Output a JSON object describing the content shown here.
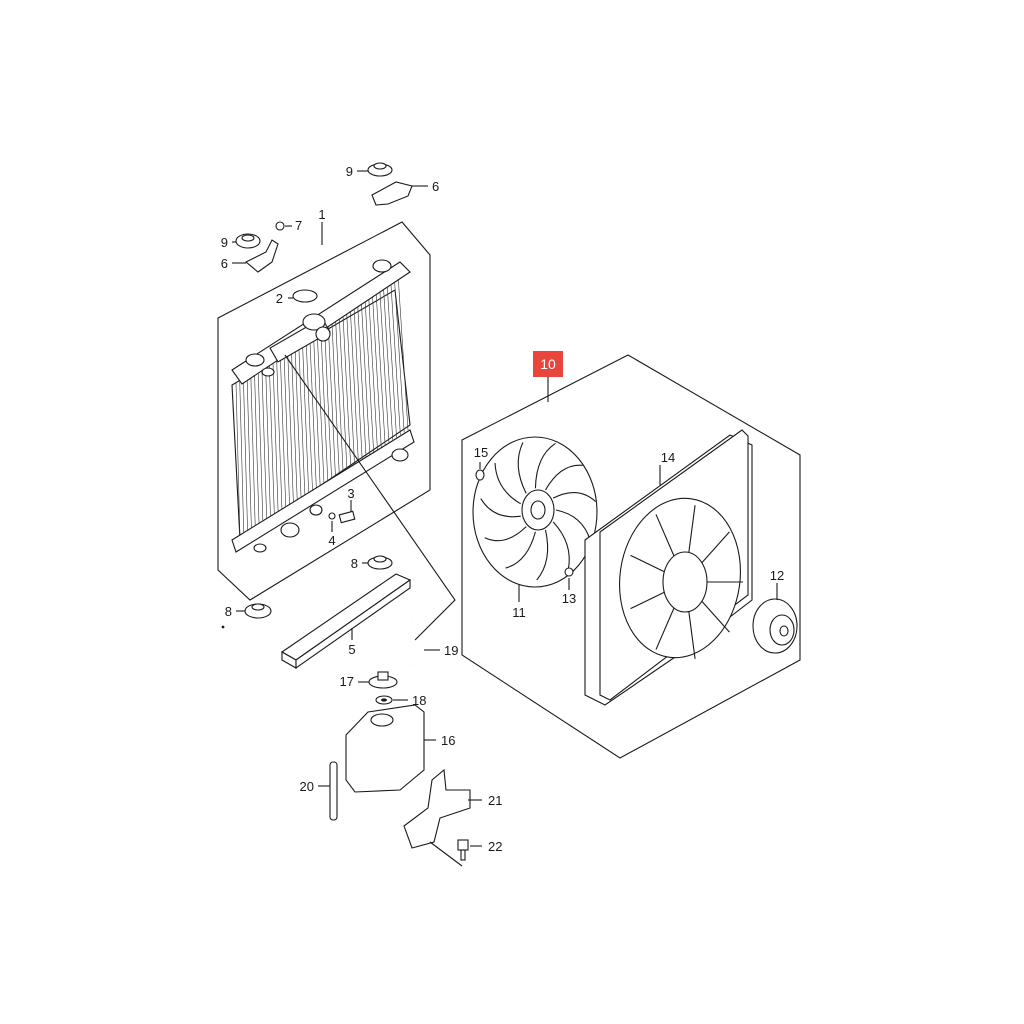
{
  "diagram": {
    "highlight_color": "#e8453c",
    "labels": {
      "p1": "1",
      "p2": "2",
      "p3": "3",
      "p4": "4",
      "p5": "5",
      "p6a": "6",
      "p6b": "6",
      "p7": "7",
      "p8a": "8",
      "p8b": "8",
      "p9a": "9",
      "p9b": "9",
      "p10": "10",
      "p11": "11",
      "p12": "12",
      "p13": "13",
      "p14": "14",
      "p15": "15",
      "p16": "16",
      "p17": "17",
      "p18": "18",
      "p19": "19",
      "p20": "20",
      "p21": "21",
      "p22": "22"
    }
  }
}
